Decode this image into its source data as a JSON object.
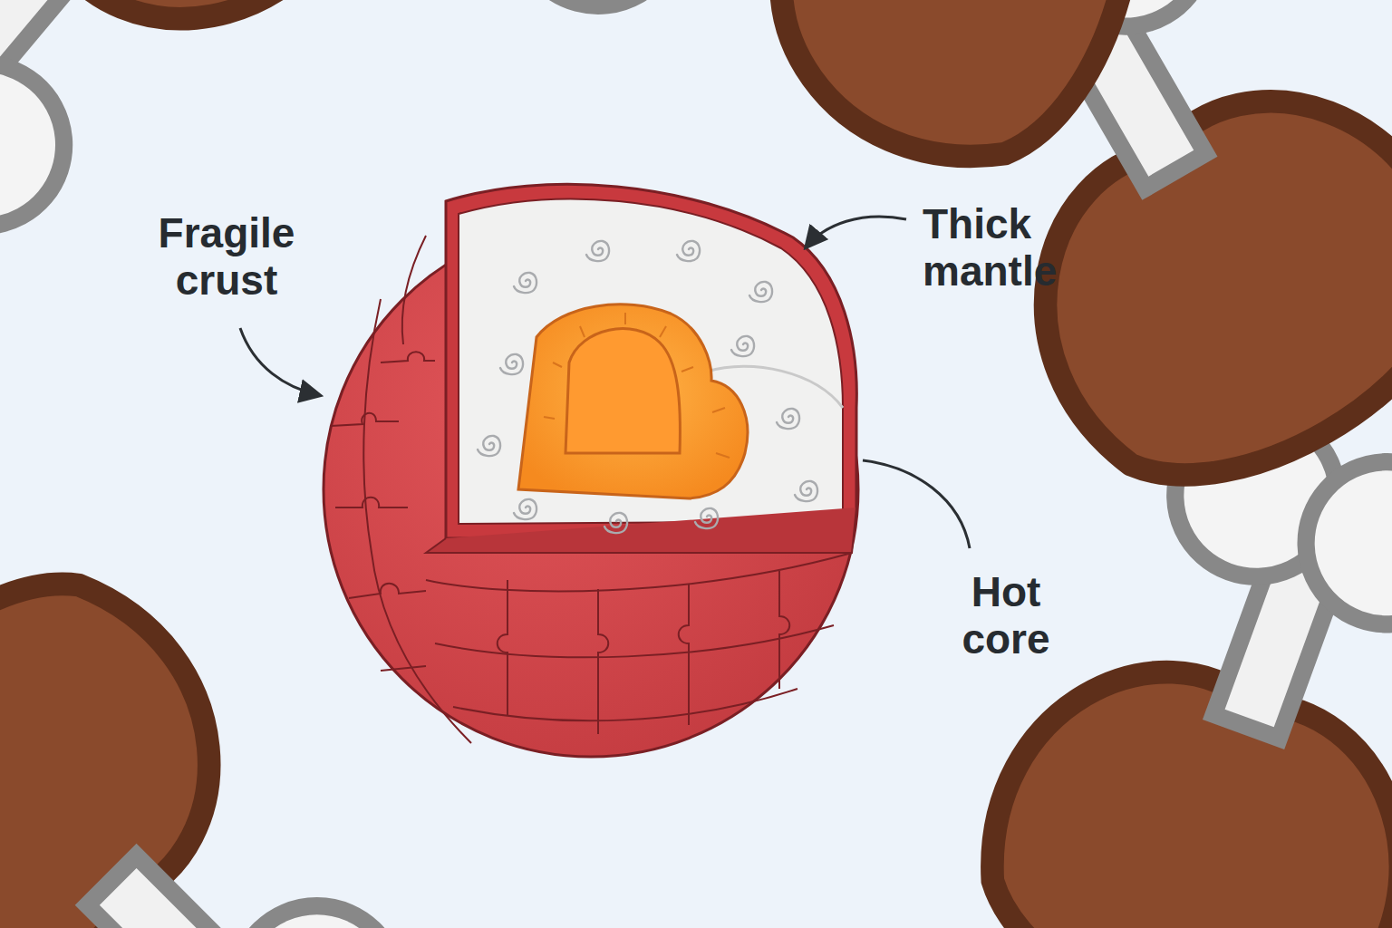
{
  "diagram": {
    "labels": [
      "Fragile crust",
      "Thick mantle",
      "Hot core"
    ]
  }
}
